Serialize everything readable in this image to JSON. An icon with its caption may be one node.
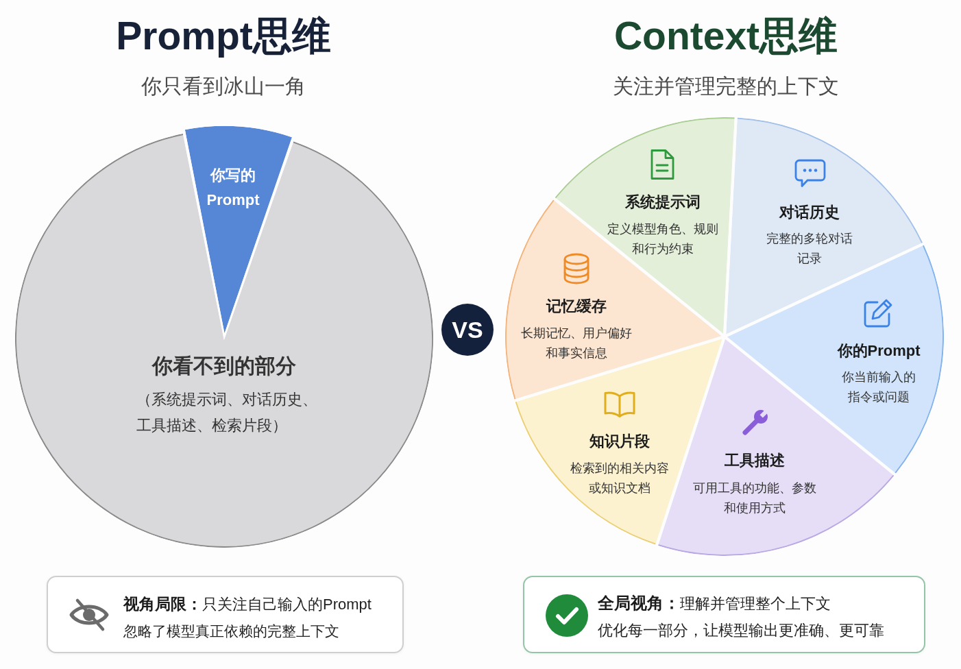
{
  "diagram": {
    "nodes": [
      {
        "text": [
          "你写的 Prompt"
        ]
      },
      {
        "text": [
          "你看不到的部分",
          "（系统提示词、对话历史、工具描述、检索片段）"
        ]
      },
      {
        "text": [
          "VS"
        ]
      },
      {
        "text": [
          "系统提示词",
          "定义模型角色、规则和行为约束"
        ]
      },
      {
        "text": [
          "对话历史",
          "完整的多轮对话记录"
        ]
      },
      {
        "text": [
          "记忆缓存",
          "长期记忆、用户偏好和事实信息"
        ]
      },
      {
        "text": [
          "你的Prompt",
          "你当前输入的指令或问题"
        ]
      },
      {
        "text": [
          "知识片段",
          "检索到的相关内容或知识文档"
        ]
      },
      {
        "text": [
          "工具描述",
          "可用工具的功能、参数和使用方式"
        ]
      },
      {
        "text": [
          "**视角局限：**只关注自己输入的Prompt",
          "忽略了模型真正依赖的完整上下文"
        ]
      },
      {
        "text": [
          "**全局视角：**理解并管理整个上下文",
          "优化每一部分，让模型输出更准确、更可靠"
        ]
      }
    ],
    "labels": [
      "Prompt思维",
      "你只看到冰山一角",
      "Context思维",
      "关注并管理完整的上下文"
    ]
  }
}
